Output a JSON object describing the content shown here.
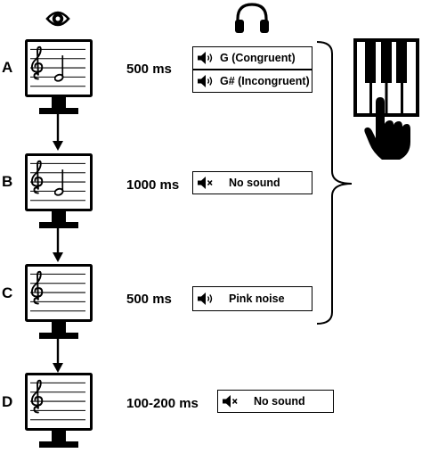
{
  "header": {
    "visual_icon": "eye-icon",
    "audio_icon": "headphones-icon",
    "response_icon": "piano-keys-finger-icon"
  },
  "steps": [
    {
      "letter": "A",
      "screen": "treble-clef-with-note",
      "duration": "500 ms",
      "sounds": [
        {
          "icon": "speaker-on-icon",
          "label": "G (Congruent)"
        },
        {
          "icon": "speaker-on-icon",
          "label": "G# (Incongruent)"
        }
      ]
    },
    {
      "letter": "B",
      "screen": "treble-clef-with-note",
      "duration": "1000 ms",
      "sounds": [
        {
          "icon": "speaker-muted-icon",
          "label": "No sound"
        }
      ]
    },
    {
      "letter": "C",
      "screen": "treble-clef-only",
      "duration": "500 ms",
      "sounds": [
        {
          "icon": "speaker-on-icon",
          "label": "Pink noise"
        }
      ]
    },
    {
      "letter": "D",
      "screen": "treble-clef-only",
      "duration": "100-200 ms",
      "sounds": [
        {
          "icon": "speaker-muted-icon",
          "label": "No sound"
        }
      ]
    }
  ]
}
